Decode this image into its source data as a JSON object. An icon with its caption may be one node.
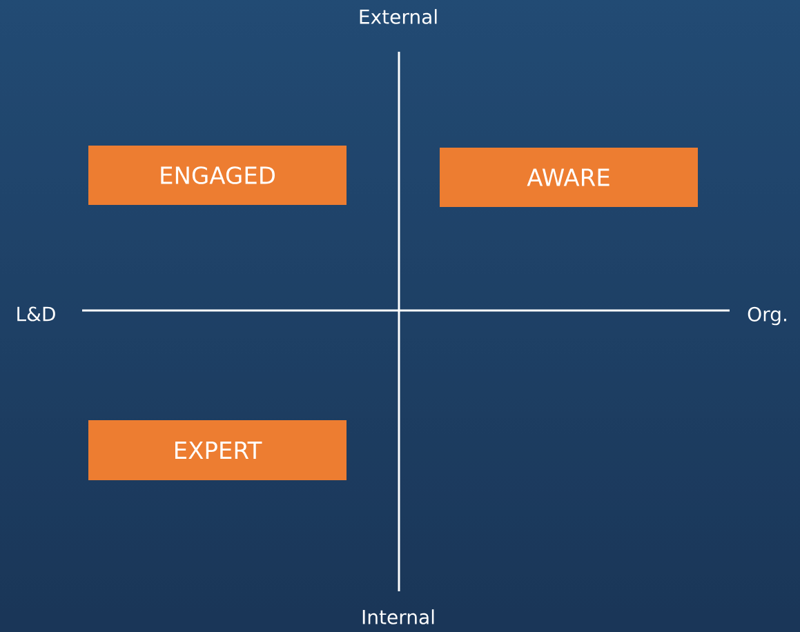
{
  "diagram": {
    "nodes": [
      {
        "text": [
          "ENGAGED"
        ]
      },
      {
        "text": [
          "AWARE"
        ]
      },
      {
        "text": [
          "EXPERT"
        ]
      }
    ],
    "labels": [
      "External",
      "L&D",
      "Org.",
      "Internal"
    ]
  }
}
